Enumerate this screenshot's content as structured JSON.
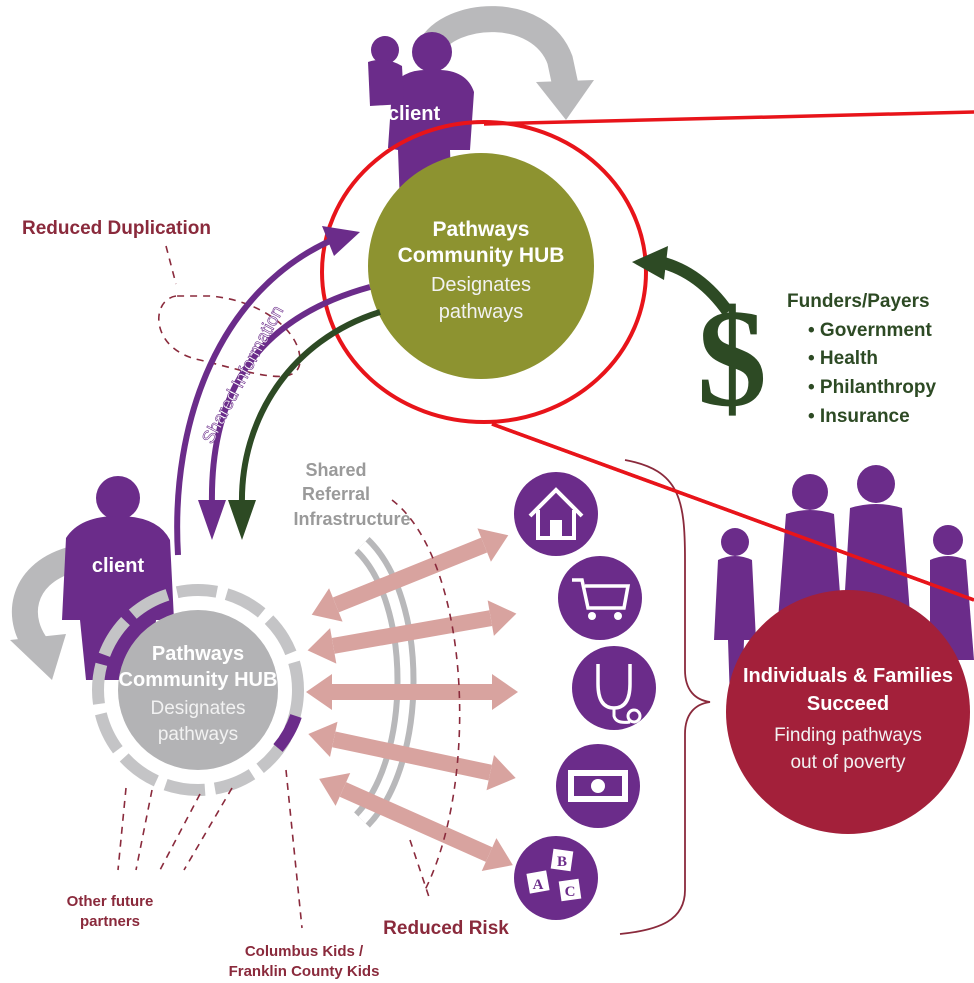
{
  "top_hub": {
    "client_label": "client",
    "title_line1": "Pathways",
    "title_line2": "Community HUB",
    "sub_line1": "Designates",
    "sub_line2": "pathways",
    "color": "#8d9330",
    "highlight_color": "#e8141a"
  },
  "bottom_hub": {
    "client_label": "client",
    "title_line1": "Pathways",
    "title_line2": "Community HUB",
    "sub_line1": "Designates",
    "sub_line2": "pathways",
    "color": "#b3b3b5"
  },
  "labels": {
    "reduced_duplication": "Reduced Duplication",
    "shared_information": "Shared Information",
    "shared_referral_1": "Shared",
    "shared_referral_2": "Referral",
    "shared_referral_3": "Infrastructure",
    "reduced_risk": "Reduced Risk",
    "other_partners_1": "Other future",
    "other_partners_2": "partners",
    "columbus_1": "Columbus Kids /",
    "columbus_2": "Franklin County Kids"
  },
  "funders": {
    "title": "Funders/Payers",
    "items": [
      "• Government",
      "• Health",
      "• Philanthropy",
      "• Insurance"
    ],
    "color": "#2d4a24"
  },
  "outcome": {
    "title_line1": "Individuals & Families",
    "title_line2": "Succeed",
    "sub_line1": "Finding pathways",
    "sub_line2": "out of poverty",
    "color": "#a3203a"
  },
  "service_icons": [
    "house-icon",
    "shopping-cart-icon",
    "stethoscope-icon",
    "money-icon",
    "abc-blocks-icon"
  ],
  "colors": {
    "purple": "#6b2c8a",
    "maroon": "#8a2a3c",
    "dark_green": "#2d4a24",
    "salmon": "#d8a39f",
    "grey": "#b8b8ba"
  }
}
